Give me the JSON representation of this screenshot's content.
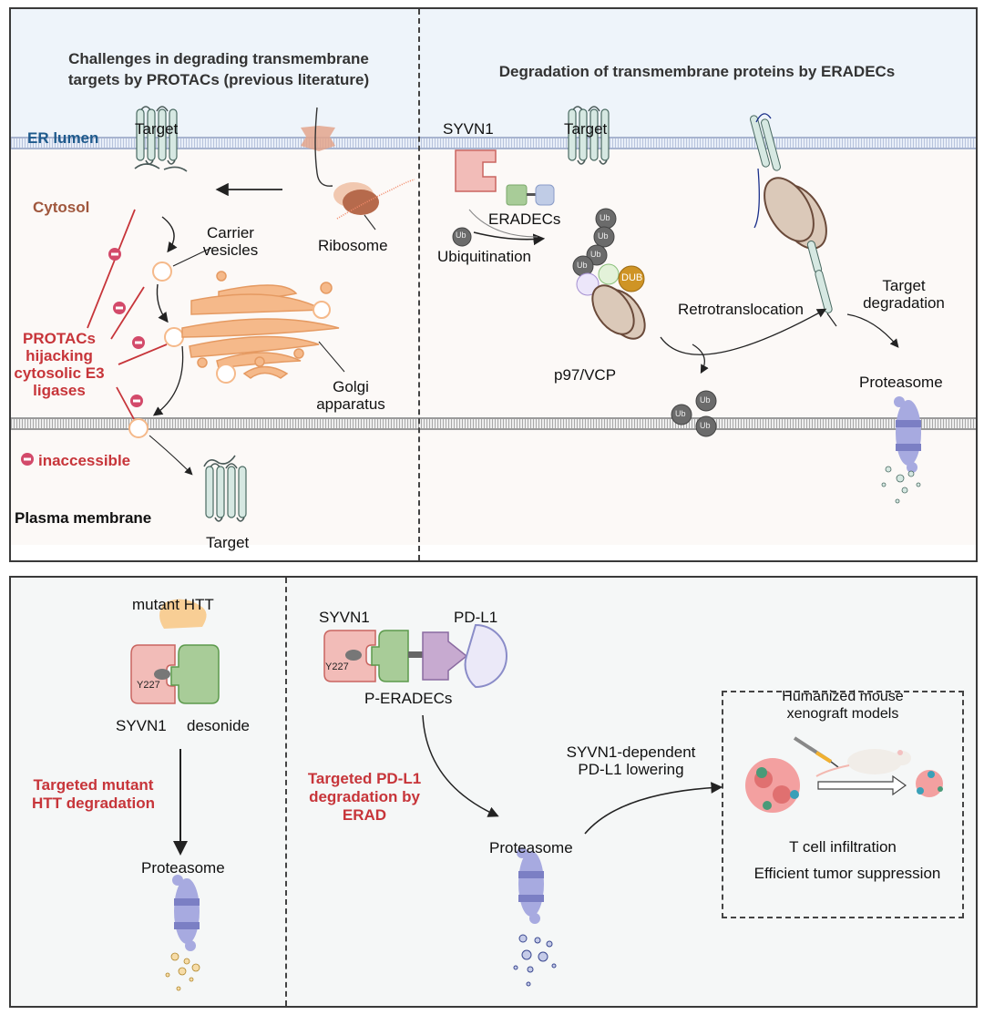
{
  "top_panel": {
    "left": {
      "title_line1": "Challenges in degrading transmembrane",
      "title_line2": "targets by PROTACs (previous literature)",
      "er_lumen": "ER lumen",
      "cytosol": "Cytosol",
      "target_top": "Target",
      "carrier_vesicles_line1": "Carrier",
      "carrier_vesicles_line2": "vesicles",
      "ribosome": "Ribosome",
      "golgi_line1": "Golgi",
      "golgi_line2": "apparatus",
      "protacs_line1": "PROTACs",
      "protacs_line2": "hijacking",
      "protacs_line3": "cytosolic E3",
      "protacs_line4": "ligases",
      "legend_inaccessible": "inaccessible",
      "plasma_membrane": "Plasma membrane",
      "target_bottom": "Target"
    },
    "right": {
      "title": "Degradation of transmembrane proteins by ERADECs",
      "syvn1": "SYVN1",
      "target": "Target",
      "eradecs": "ERADECs",
      "ub": "Ub",
      "ubiquitination": "Ubiquitination",
      "dub": "DUB",
      "p97": "p97/VCP",
      "retrotranslocation": "Retrotranslocation",
      "target_degradation_line1": "Target",
      "target_degradation_line2": "degradation",
      "proteasome": "Proteasome"
    }
  },
  "bottom_panel": {
    "left": {
      "mutant_htt": "mutant HTT",
      "y227": "Y227",
      "syvn1": "SYVN1",
      "desonide": "desonide",
      "red_line1": "Targeted mutant",
      "red_line2": "HTT degradation",
      "proteasome": "Proteasome"
    },
    "right": {
      "syvn1": "SYVN1",
      "pdl1": "PD-L1",
      "y227": "Y227",
      "p_eradecs": "P-ERADECs",
      "red_line1": "Targeted PD-L1",
      "red_line2": "degradation by",
      "red_line3": "ERAD",
      "proteasome": "Proteasome",
      "lowering_line1": "SYVN1-dependent",
      "lowering_line2": "PD-L1 lowering",
      "box_title_line1": "Humanized mouse",
      "box_title_line2": "xenograft models",
      "t_cell": "T cell infiltration",
      "tumor": "Efficient tumor suppression"
    }
  },
  "colors": {
    "red_text": "#c7353a",
    "er_lumen_text": "#1e5a8c",
    "cytosol_text": "#a0573d",
    "inhibit": "#d34a6a",
    "target_fill": "#d6e8e2",
    "syvn1_fill": "#f2bcb8",
    "eradec_green": "#a8cc98",
    "eradec_blue": "#c0cce6",
    "golgi": "#f5b98a",
    "ub": "#6b6b6b",
    "dub": "#cf9425",
    "p97": "#dbc9b9",
    "proteasome": "#8c8fd0"
  }
}
